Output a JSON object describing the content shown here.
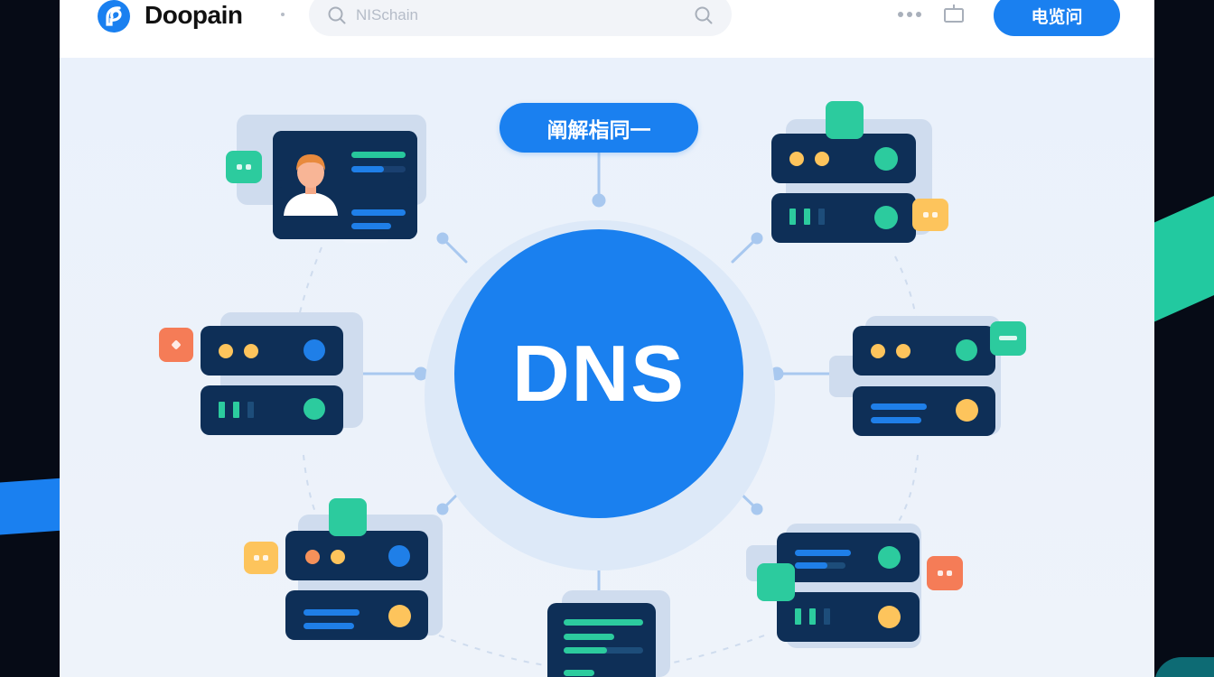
{
  "app": {
    "brand": "Doopain",
    "search": {
      "placeholder": "NISchain",
      "value": ""
    },
    "cta_label": "电览问",
    "icons": [
      "logo-icon",
      "search-icon",
      "more-icon",
      "tv-icon"
    ]
  },
  "diagram": {
    "title_pill": "阐解栺同一",
    "center_label": "DNS",
    "colors": {
      "primary": "#1a80f0",
      "navy": "#0e2f57",
      "green": "#22c9a0",
      "amber": "#fdc45c",
      "coral": "#f57c57",
      "background": "#edf3fb",
      "halo": "#dde9f8",
      "connector": "#a8c8ef"
    },
    "nodes": [
      {
        "id": "user-card",
        "position": "top-left",
        "type": "profile-card",
        "badge": "green-chat"
      },
      {
        "id": "server-top-right",
        "position": "top-right",
        "type": "server",
        "badge": "amber-chat"
      },
      {
        "id": "server-mid-left",
        "position": "middle-left",
        "type": "server",
        "badge": "coral-diamond"
      },
      {
        "id": "server-mid-right",
        "position": "middle-right",
        "type": "server",
        "badge": "green-minus"
      },
      {
        "id": "server-bottom-left",
        "position": "bottom-left",
        "type": "server",
        "badge": "amber-chat"
      },
      {
        "id": "doc-bottom-center",
        "position": "bottom-center",
        "type": "document"
      },
      {
        "id": "server-bottom-right",
        "position": "bottom-right",
        "type": "server",
        "badge": "coral-chat"
      }
    ]
  }
}
